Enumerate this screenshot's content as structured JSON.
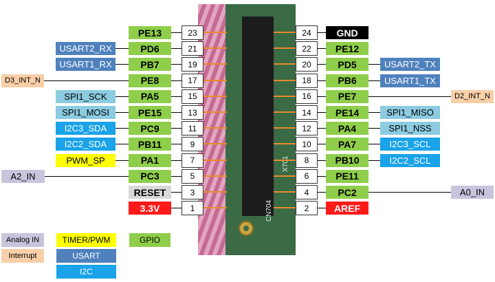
{
  "colors": {
    "gpio": "#8fce4a",
    "usart": "#4f81bd",
    "i2c": "#1aa3e8",
    "spi": "#8ccbe0",
    "timer": "#ffff00",
    "analog": "#c9c4dc",
    "interrupt": "#f8cfa8",
    "power": "#ff1a1a",
    "ground": "#000000",
    "reset": "#d9d9d9",
    "header_line": "#e88a2c"
  },
  "left_pins": [
    {
      "num": "23",
      "label": "PE13",
      "type": "gpio",
      "func": "",
      "func_type": ""
    },
    {
      "num": "21",
      "label": "PD6",
      "type": "gpio",
      "func": "USART2_RX",
      "func_type": "usart"
    },
    {
      "num": "19",
      "label": "PB7",
      "type": "gpio",
      "func": "USART1_RX",
      "func_type": "usart"
    },
    {
      "num": "17",
      "label": "PE8",
      "type": "gpio",
      "func": "D3_INT_N",
      "func_type": "interrupt"
    },
    {
      "num": "15",
      "label": "PA5",
      "type": "gpio",
      "func": "SPI1_SCK",
      "func_type": "spi"
    },
    {
      "num": "13",
      "label": "PE15",
      "type": "gpio",
      "func": "SPI1_MOSI",
      "func_type": "spi"
    },
    {
      "num": "11",
      "label": "PC9",
      "type": "gpio",
      "func": "I2C3_SDA",
      "func_type": "i2c"
    },
    {
      "num": "9",
      "label": "PB11",
      "type": "gpio",
      "func": "I2C2_SDA",
      "func_type": "i2c"
    },
    {
      "num": "7",
      "label": "PA1",
      "type": "gpio",
      "func": "PWM_SP",
      "func_type": "timer"
    },
    {
      "num": "5",
      "label": "PC3",
      "type": "gpio",
      "func": "A2_IN",
      "func_type": "analog"
    },
    {
      "num": "3",
      "label": "RESET",
      "type": "reset",
      "func": "",
      "func_type": ""
    },
    {
      "num": "1",
      "label": "3.3V",
      "type": "power",
      "func": "",
      "func_type": ""
    }
  ],
  "right_pins": [
    {
      "num": "24",
      "label": "GND",
      "type": "ground",
      "func": "",
      "func_type": ""
    },
    {
      "num": "22",
      "label": "PE12",
      "type": "gpio",
      "func": "",
      "func_type": ""
    },
    {
      "num": "20",
      "label": "PD5",
      "type": "gpio",
      "func": "USART2_TX",
      "func_type": "usart"
    },
    {
      "num": "18",
      "label": "PB6",
      "type": "gpio",
      "func": "USART1_TX",
      "func_type": "usart"
    },
    {
      "num": "16",
      "label": "PE7",
      "type": "gpio",
      "func": "D2_INT_N",
      "func_type": "interrupt"
    },
    {
      "num": "14",
      "label": "PE14",
      "type": "gpio",
      "func": "SPI1_MISO",
      "func_type": "spi"
    },
    {
      "num": "12",
      "label": "PA4",
      "type": "gpio",
      "func": "SPI1_NSS",
      "func_type": "spi"
    },
    {
      "num": "10",
      "label": "PA7",
      "type": "gpio",
      "func": "I2C3_SCL",
      "func_type": "i2c"
    },
    {
      "num": "8",
      "label": "PB10",
      "type": "gpio",
      "func": "I2C2_SCL",
      "func_type": "i2c"
    },
    {
      "num": "6",
      "label": "PE11",
      "type": "gpio",
      "func": "",
      "func_type": ""
    },
    {
      "num": "4",
      "label": "PC2",
      "type": "gpio",
      "func": "A0_IN",
      "func_type": "analog"
    },
    {
      "num": "2",
      "label": "AREF",
      "type": "power",
      "func": "",
      "func_type": ""
    }
  ],
  "board_text": {
    "cn": "CN704",
    "xtal": "X701"
  },
  "legend": [
    {
      "label": "Analog IN",
      "type": "analog"
    },
    {
      "label": "Interrupt",
      "type": "interrupt"
    },
    {
      "label": "TIMER/PWM",
      "type": "timer"
    },
    {
      "label": "USART",
      "type": "usart"
    },
    {
      "label": "I2C",
      "type": "i2c"
    },
    {
      "label": "GPIO",
      "type": "gpio"
    }
  ]
}
